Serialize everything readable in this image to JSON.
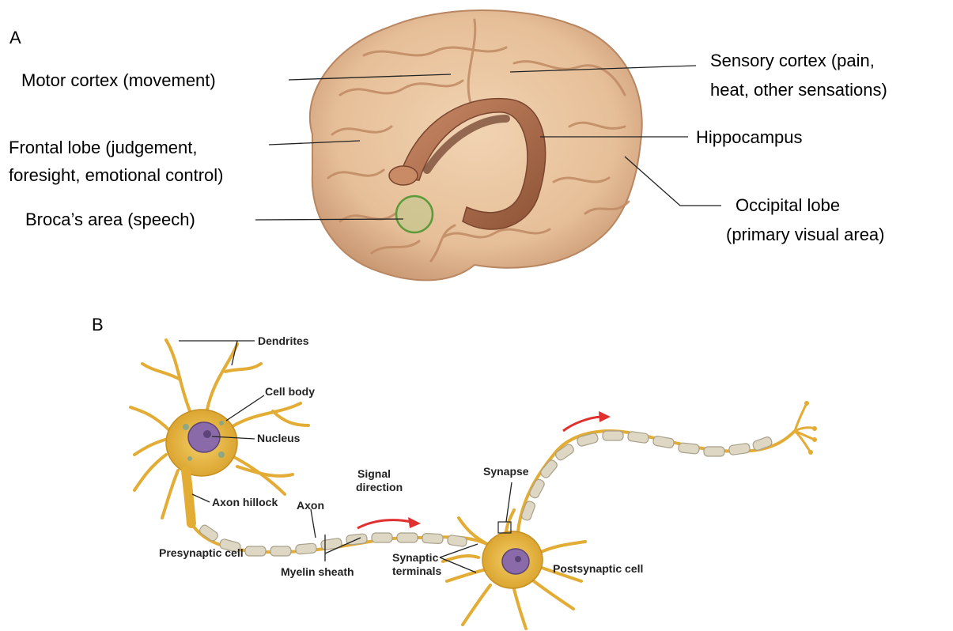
{
  "panel_a": {
    "letter": "A",
    "labels": {
      "motor_cortex": "Motor cortex (movement)",
      "sensory_cortex_1": "Sensory cortex (pain,",
      "sensory_cortex_2": "heat, other sensations)",
      "frontal_lobe_1": "Frontal lobe (judgement,",
      "frontal_lobe_2": "foresight, emotional control)",
      "hippocampus": "Hippocampus",
      "brocas_area": "Broca’s area (speech)",
      "occipital_lobe_1": "Occipital lobe",
      "occipital_lobe_2": "(primary visual area)"
    }
  },
  "panel_b": {
    "letter": "B",
    "labels": {
      "dendrites": "Dendrites",
      "cell_body": "Cell body",
      "nucleus": "Nucleus",
      "axon_hillock": "Axon hillock",
      "axon": "Axon",
      "signal_direction_1": "Signal",
      "signal_direction_2": "direction",
      "synapse": "Synapse",
      "presynaptic_cell": "Presynaptic cell",
      "myelin_sheath": "Myelin sheath",
      "synaptic_terminals_1": "Synaptic",
      "synaptic_terminals_2": "terminals",
      "postsynaptic_cell": "Postsynaptic cell"
    }
  },
  "colors": {
    "brain": "#e9c5a0",
    "hippocampus": "#b0704e",
    "brocas_area": "#5f9a3a",
    "neuron": "#e8b53a",
    "myelin": "#ded7c4",
    "signal_arrow": "#e03030"
  }
}
